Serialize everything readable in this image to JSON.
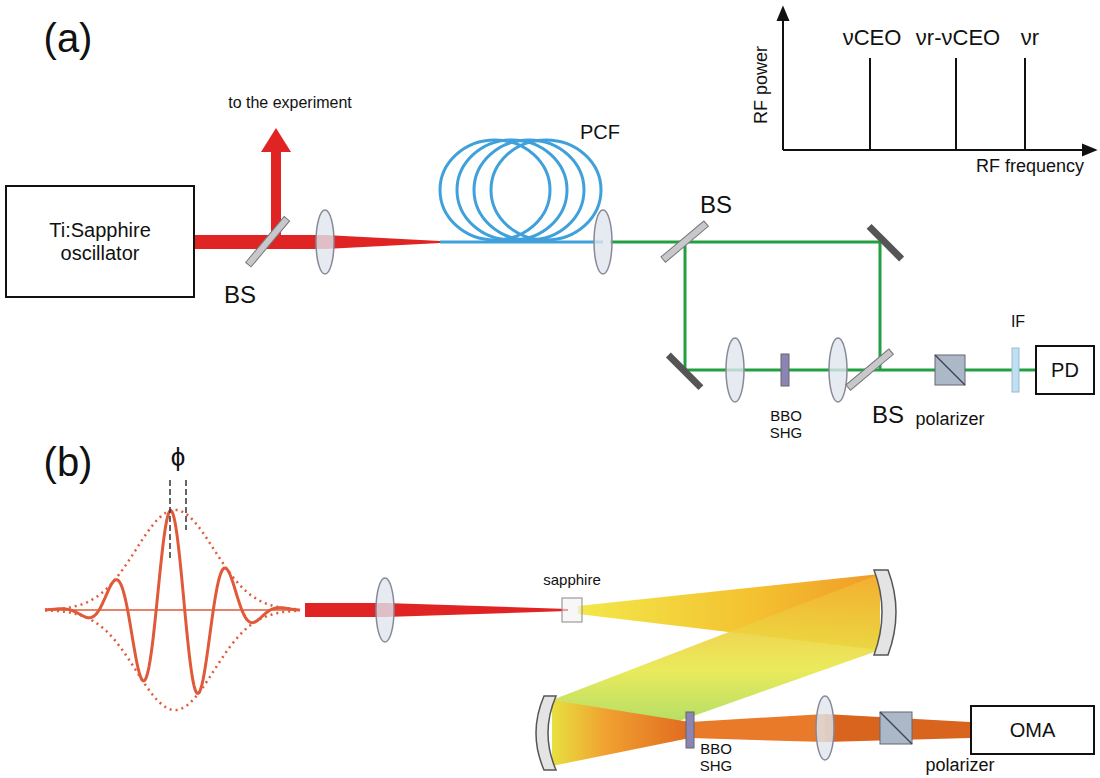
{
  "diagram": {
    "nodes": [
      {
        "text": [
          "Ti:Sapphire oscillator"
        ]
      },
      {
        "text": [
          "PD"
        ]
      },
      {
        "text": [
          "OMA"
        ]
      }
    ],
    "labels": [
      "(a)",
      "to the experiment",
      "PCF",
      "BS",
      "BS",
      "BS",
      "BBO SHG",
      "polarizer",
      "IF",
      "RF power",
      "RF frequency",
      "νCEO",
      "νr-νCEO",
      "νr",
      "(b)",
      "ϕ",
      "sapphire",
      "BBO SHG",
      "polarizer"
    ]
  }
}
